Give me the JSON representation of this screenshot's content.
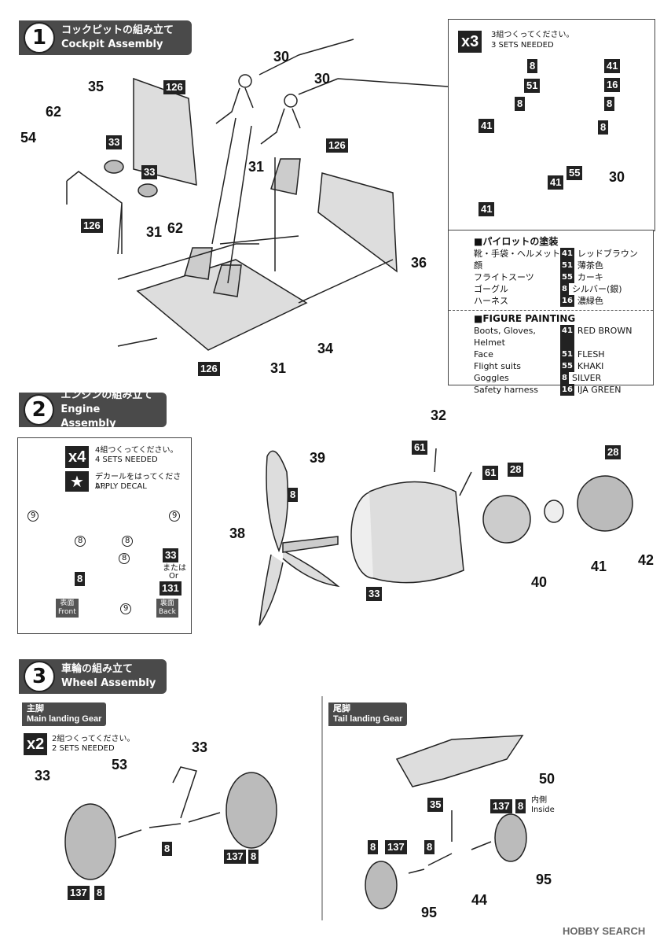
{
  "steps": [
    {
      "num": "1",
      "jp": "コックピットの組み立て",
      "en": "Cockpit Assembly"
    },
    {
      "num": "2",
      "jp": "エンジンの組み立て",
      "en": "Engine Assembly"
    },
    {
      "num": "3",
      "jp": "車輪の組み立て",
      "en": "Wheel Assembly"
    }
  ],
  "cockpit": {
    "parts": [
      "30",
      "30",
      "35",
      "126",
      "62",
      "33",
      "54",
      "33",
      "126",
      "62",
      "31",
      "126",
      "31",
      "36",
      "34",
      "126",
      "31"
    ],
    "pilot_panel": {
      "mult": "x3",
      "jp": "3組つくってください。",
      "en": "3 SETS NEEDED",
      "codes": [
        "8",
        "41",
        "51",
        "16",
        "8",
        "8",
        "41",
        "8",
        "41",
        "55",
        "41"
      ],
      "part": "30"
    },
    "paint_jp_title": "■パイロットの塗装",
    "paint_jp": [
      {
        "k": "靴・手袋・ヘルメット",
        "c": "41",
        "v": "レッドブラウン"
      },
      {
        "k": "顔",
        "c": "51",
        "v": "薄茶色"
      },
      {
        "k": "フライトスーツ",
        "c": "55",
        "v": "カーキ"
      },
      {
        "k": "ゴーグル",
        "c": "8",
        "v": "シルバー(銀)"
      },
      {
        "k": "ハーネス",
        "c": "16",
        "v": "濃緑色"
      }
    ],
    "paint_en_title": "■FIGURE PAINTING",
    "paint_en": [
      {
        "k": "Boots, Gloves, Helmet",
        "c": "41",
        "v": "RED BROWN"
      },
      {
        "k": "Face",
        "c": "51",
        "v": "FLESH"
      },
      {
        "k": "Flight suits",
        "c": "55",
        "v": "KHAKI"
      },
      {
        "k": "Goggles",
        "c": "8",
        "v": "SILVER"
      },
      {
        "k": "Safety harness",
        "c": "16",
        "v": "IJA GREEN"
      }
    ]
  },
  "engine": {
    "mult": "x4",
    "jp": "4組つくってください。",
    "en": "4 SETS NEEDED",
    "decal_jp": "デカールをはってください。",
    "decal_en": "APPLY DECAL",
    "front_jp": "表面",
    "front_en": "Front",
    "back_jp": "裏面",
    "back_en": "Back",
    "or_jp": "または",
    "or_en": "Or",
    "parts": [
      "32",
      "61",
      "61",
      "28",
      "28",
      "39",
      "8",
      "38",
      "41",
      "42",
      "40",
      "33"
    ],
    "blade_codes": [
      "9",
      "9",
      "8",
      "8",
      "8",
      "8",
      "9",
      "33",
      "131"
    ]
  },
  "wheel": {
    "main_jp": "主脚",
    "main_en": "Main landing Gear",
    "tail_jp": "尾脚",
    "tail_en": "Tail landing Gear",
    "mult": "x2",
    "jp": "2組つくってください。",
    "en": "2 SETS NEEDED",
    "inside_jp": "内側",
    "inside_en": "Inside",
    "parts": [
      "33",
      "53",
      "33",
      "8",
      "137",
      "8",
      "137",
      "8",
      "50",
      "35",
      "137",
      "8",
      "8",
      "137",
      "8",
      "95",
      "44",
      "95"
    ]
  },
  "watermark": "HOBBY SEARCH"
}
